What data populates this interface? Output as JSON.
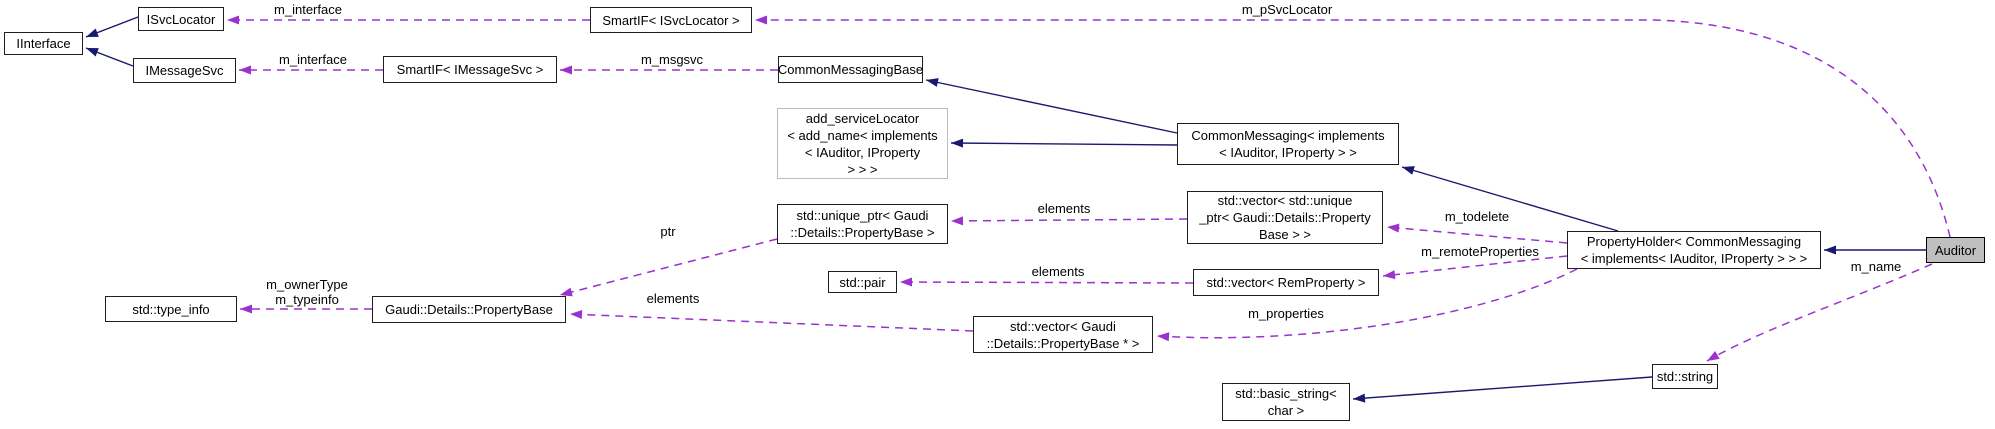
{
  "nodes": {
    "iinterface": {
      "label": "IInterface"
    },
    "isvclocator": {
      "label": "ISvcLocator"
    },
    "smartif_isvclocator": {
      "label": "SmartIF< ISvcLocator >"
    },
    "imessagesvc": {
      "label": "IMessageSvc"
    },
    "smartif_imessagesvc": {
      "label": "SmartIF< IMessageSvc >"
    },
    "commonmessagingbase": {
      "label": "CommonMessagingBase"
    },
    "add_servicelocator": {
      "label": "add_serviceLocator\n< add_name< implements\n< IAuditor, IProperty\n> > >"
    },
    "commonmessaging": {
      "label": "CommonMessaging< implements\n< IAuditor, IProperty > >"
    },
    "unique_ptr": {
      "label": "std::unique_ptr< Gaudi\n::Details::PropertyBase >"
    },
    "vector_unique_ptr": {
      "label": "std::vector< std::unique\n_ptr< Gaudi::Details::Property\nBase > >"
    },
    "std_pair": {
      "label": "std::pair"
    },
    "vector_remproperty": {
      "label": "std::vector< RemProperty >"
    },
    "type_info": {
      "label": "std::type_info"
    },
    "propertybase": {
      "label": "Gaudi::Details::PropertyBase"
    },
    "vector_propertybase_ptr": {
      "label": "std::vector< Gaudi\n::Details::PropertyBase * >"
    },
    "propertyholder": {
      "label": "PropertyHolder< CommonMessaging\n< implements< IAuditor, IProperty > > >"
    },
    "auditor": {
      "label": "Auditor"
    },
    "std_string": {
      "label": "std::string"
    },
    "basic_string": {
      "label": "std::basic_string<\nchar >"
    }
  },
  "edge_labels": {
    "isvclocator_interface": "m_interface",
    "imessagesvc_interface": "m_interface",
    "psvclocator": "m_pSvcLocator",
    "msgsvc": "m_msgsvc",
    "elements_unique": "elements",
    "elements_pair": "elements",
    "elements_propertybase": "elements",
    "ptr": "ptr",
    "ownertype_typeinfo": "m_ownerType\nm_typeinfo",
    "todelete": "m_todelete",
    "remoteproperties": "m_remoteProperties",
    "properties": "m_properties",
    "name": "m_name"
  },
  "colors": {
    "inheritance_edge": "#191970",
    "usage_edge": "#9a32cd",
    "node_border": "#1f1f1f",
    "muted_border": "#bcbcbc",
    "highlight_fill": "#bfbfbf",
    "node_fill": "#ffffff",
    "background": "#ffffff",
    "text": "#000000"
  }
}
